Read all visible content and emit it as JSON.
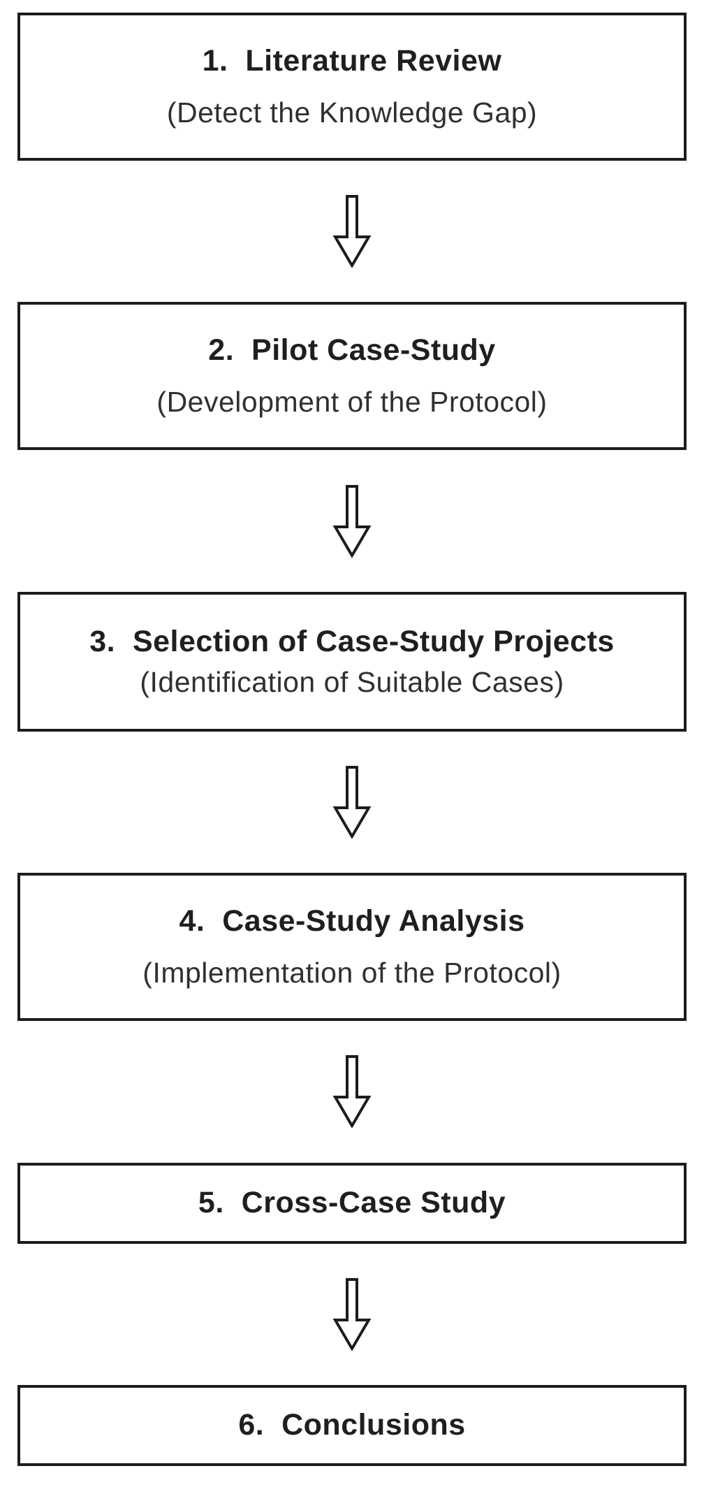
{
  "steps": [
    {
      "title": "1.  Literature Review",
      "subtitle": "(Detect the Knowledge Gap)"
    },
    {
      "title": "2.  Pilot Case-Study",
      "subtitle": "(Development of the Protocol)"
    },
    {
      "title": "3.  Selection of Case-Study Projects",
      "subtitle": "(Identification of Suitable Cases)"
    },
    {
      "title": "4.  Case-Study Analysis",
      "subtitle": "(Implementation of the Protocol)"
    },
    {
      "title": "5.  Cross-Case Study"
    },
    {
      "title": "6.  Conclusions"
    }
  ],
  "colors": {
    "border": "#1c1c1c",
    "title_text": "#1f1f1f",
    "subtitle_text": "#303030",
    "background": "#ffffff"
  },
  "connector": {
    "icon": "down-arrow",
    "count": 5
  }
}
